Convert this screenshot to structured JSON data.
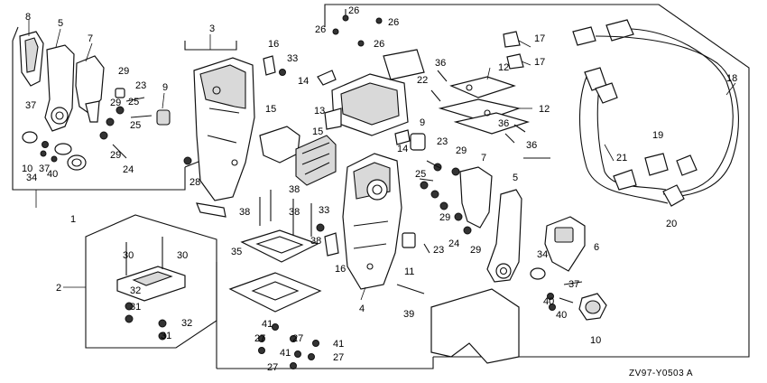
{
  "diagram": {
    "code": "ZV97-Y0503 A",
    "callouts": [
      "1",
      "2",
      "3",
      "4",
      "5",
      "5",
      "6",
      "7",
      "7",
      "8",
      "9",
      "9",
      "10",
      "10",
      "11",
      "12",
      "12",
      "13",
      "14",
      "14",
      "15",
      "15",
      "16",
      "16",
      "17",
      "17",
      "18",
      "19",
      "20",
      "21",
      "22",
      "23",
      "23",
      "23",
      "24",
      "24",
      "25",
      "25",
      "25",
      "26",
      "26",
      "26",
      "26",
      "27",
      "27",
      "27",
      "27",
      "28",
      "29",
      "29",
      "29",
      "29",
      "29",
      "29",
      "30",
      "30",
      "31",
      "31",
      "32",
      "32",
      "33",
      "33",
      "34",
      "34",
      "35",
      "36",
      "36",
      "36",
      "37",
      "37",
      "37",
      "38",
      "38",
      "38",
      "38",
      "39",
      "40",
      "40",
      "40",
      "41",
      "41",
      "41"
    ]
  }
}
